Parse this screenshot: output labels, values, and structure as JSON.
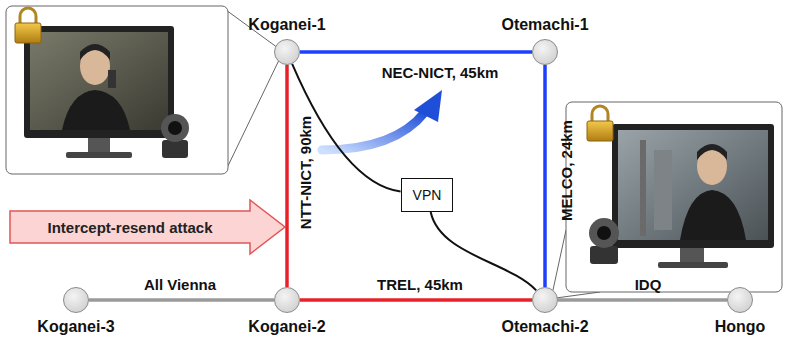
{
  "diagram": {
    "nodes": [
      {
        "text": [
          "Koganei-1"
        ]
      },
      {
        "text": [
          "Otemachi-1"
        ]
      },
      {
        "text": [
          "VPN"
        ]
      },
      {
        "text": [
          "Koganei-3"
        ]
      },
      {
        "text": [
          "Koganei-2"
        ]
      },
      {
        "text": [
          "Otemachi-2"
        ]
      },
      {
        "text": [
          "Hongo"
        ]
      }
    ],
    "edges": [
      {
        "from": 0,
        "to": 1,
        "label": "NEC-NICT, 45km",
        "arrow": "none"
      },
      {
        "from": 1,
        "to": 5,
        "label": "MELCO, 24km",
        "arrow": "none"
      },
      {
        "from": 0,
        "to": 4,
        "label": "NTT-NICT, 90km",
        "arrow": "none"
      },
      {
        "from": 3,
        "to": 4,
        "label": "All Vienna",
        "arrow": "none"
      },
      {
        "from": 4,
        "to": 5,
        "label": "TREL, 45km",
        "arrow": "none"
      },
      {
        "from": 5,
        "to": 6,
        "label": "IDQ",
        "arrow": "none"
      },
      {
        "from": 0,
        "to": 2,
        "arrow": "none"
      },
      {
        "from": 2,
        "to": 5,
        "arrow": "none"
      }
    ],
    "labels": [
      "Intercept-resend attack"
    ]
  }
}
